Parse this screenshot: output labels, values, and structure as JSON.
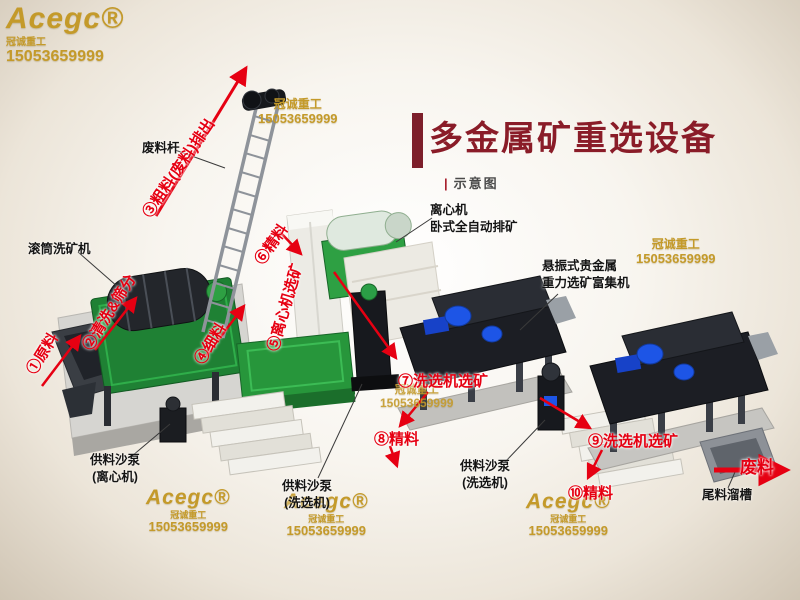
{
  "brand": {
    "logo": "Acegc®",
    "company": "冠诚重工",
    "phone": "15053659999"
  },
  "title": {
    "main": "多金属矿重选设备",
    "divider": "|",
    "subtitle": "示意图"
  },
  "flow": {
    "s1": "①原料",
    "s2": "②清洗&筛分",
    "s3": "③粗料(废料)排出",
    "s4": "④细料",
    "s5": "⑤离心机选矿",
    "s6": "⑥精料",
    "s7": "⑦洗选机选矿",
    "s8": "⑧精料",
    "s9": "⑨洗选机选矿",
    "s10": "⑩精料",
    "waste": "废料"
  },
  "equipment": {
    "waste_rod": "废料杆",
    "trommel": "滚筒洗矿机",
    "centrifuge": "离心机\n卧式全自动排矿",
    "enrichment": "悬振式贵金属\n重力选矿富集机",
    "pump_centrifuge": "供料沙泵\n(离心机)",
    "pump_washer_mid": "供料沙泵\n(洗选机)",
    "pump_washer_right": "供料沙泵\n(洗选机)",
    "tailings_chute": "尾料溜槽"
  },
  "colors": {
    "title_red": "#8a1c28",
    "flow_red": "#e60012",
    "gold": "#c49a2a",
    "machine_green": "#27963b",
    "motor_blue": "#1d55e6"
  }
}
